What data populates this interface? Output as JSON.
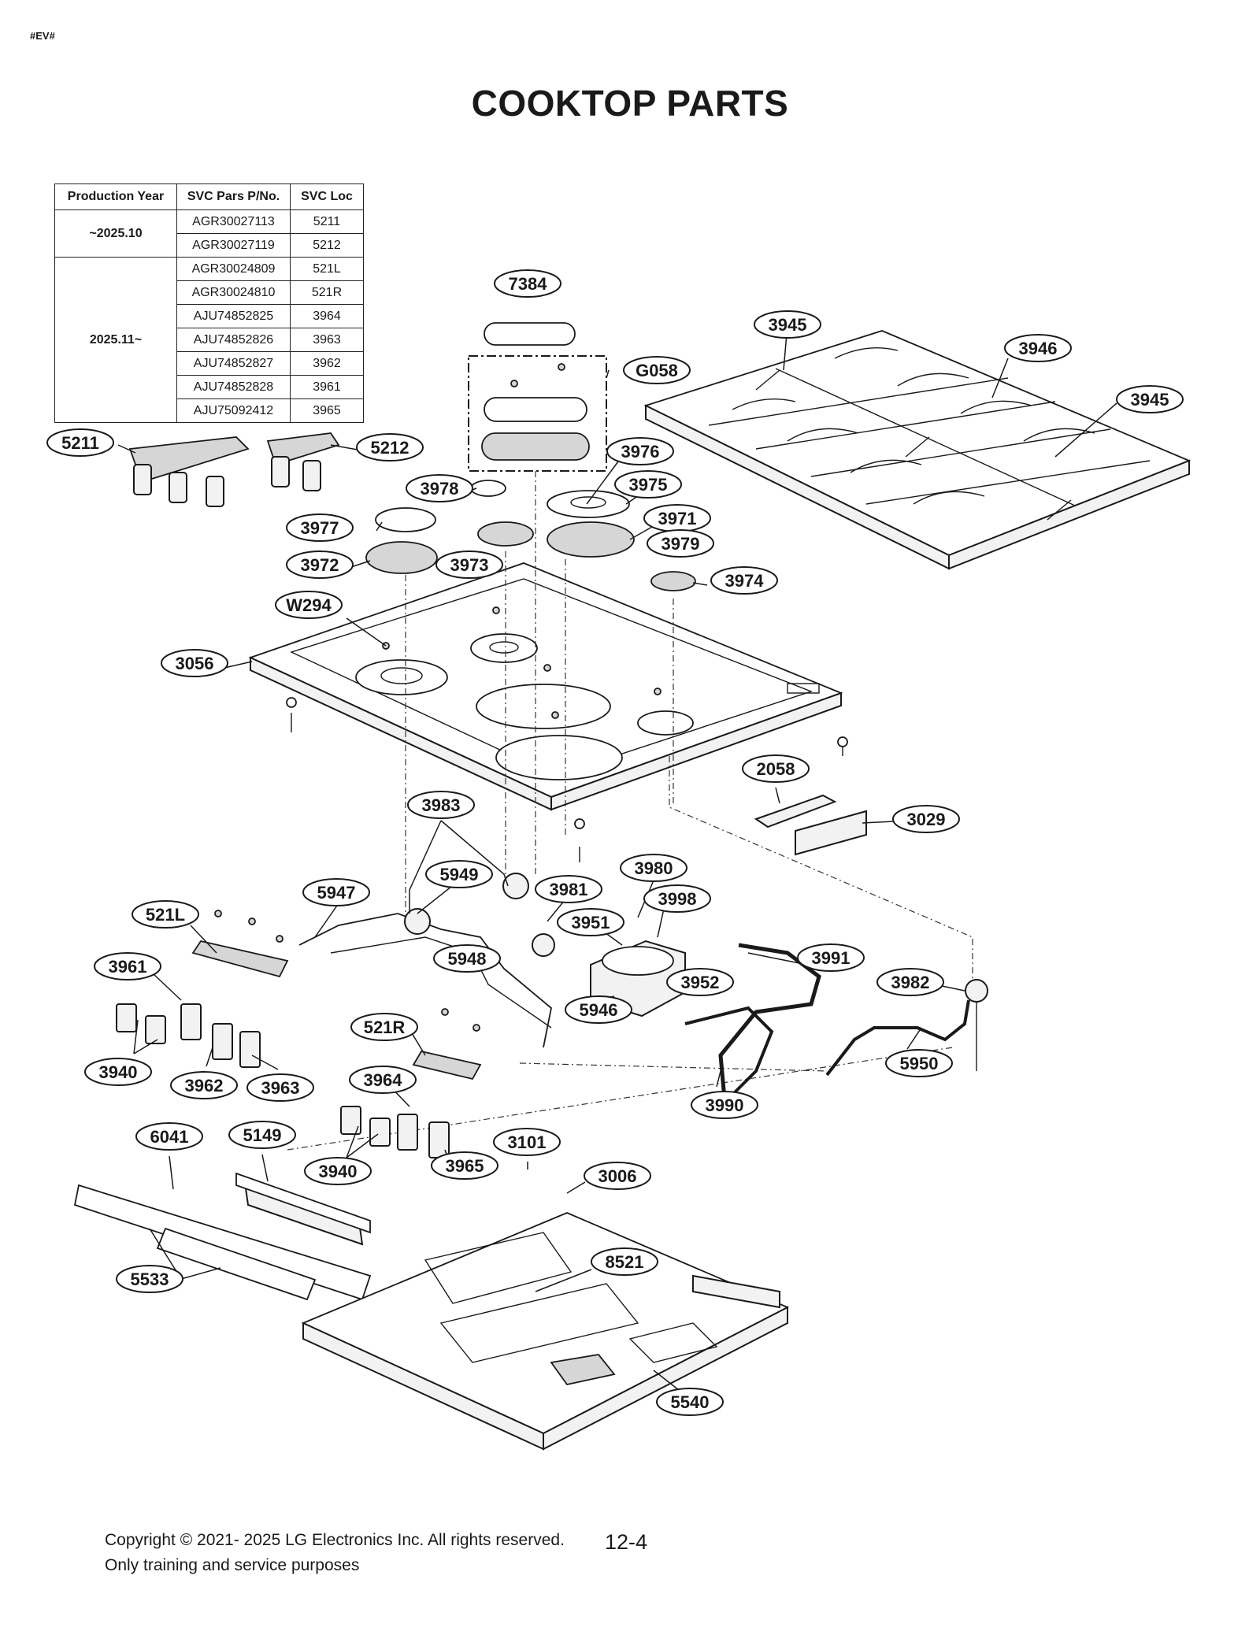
{
  "marker": "#EV#",
  "title": "COOKTOP PARTS",
  "table": {
    "headers": [
      "Production Year",
      "SVC Pars P/No.",
      "SVC Loc"
    ],
    "groups": [
      {
        "year": "~2025.10",
        "rows": [
          {
            "pn": "AGR30027113",
            "loc": "5211"
          },
          {
            "pn": "AGR30027119",
            "loc": "5212"
          }
        ]
      },
      {
        "year": "2025.11~",
        "rows": [
          {
            "pn": "AGR30024809",
            "loc": "521L"
          },
          {
            "pn": "AGR30024810",
            "loc": "521R"
          },
          {
            "pn": "AJU74852825",
            "loc": "3964"
          },
          {
            "pn": "AJU74852826",
            "loc": "3963"
          },
          {
            "pn": "AJU74852827",
            "loc": "3962"
          },
          {
            "pn": "AJU74852828",
            "loc": "3961"
          },
          {
            "pn": "AJU75092412",
            "loc": "3965"
          }
        ]
      }
    ]
  },
  "labels": [
    "7384",
    "3945",
    "3946",
    "3945",
    "G058",
    "5211",
    "5212",
    "3976",
    "3978",
    "3975",
    "3977",
    "3971",
    "3979",
    "3972",
    "3973",
    "3974",
    "W294",
    "3056",
    "2058",
    "3029",
    "3983",
    "3980",
    "5949",
    "3998",
    "5947",
    "3981",
    "521L",
    "3951",
    "3961",
    "5948",
    "3952",
    "3991",
    "5946",
    "3982",
    "521R",
    "3940",
    "3962",
    "3963",
    "5950",
    "3964",
    "3990",
    "6041",
    "5149",
    "3101",
    "3940",
    "3965",
    "3006",
    "8521",
    "5533",
    "5540"
  ],
  "footer": {
    "copyright": "Copyright © 2021- 2025 LG Electronics Inc. All rights reserved.",
    "note": "Only training and service purposes",
    "page_number": "12-4"
  }
}
